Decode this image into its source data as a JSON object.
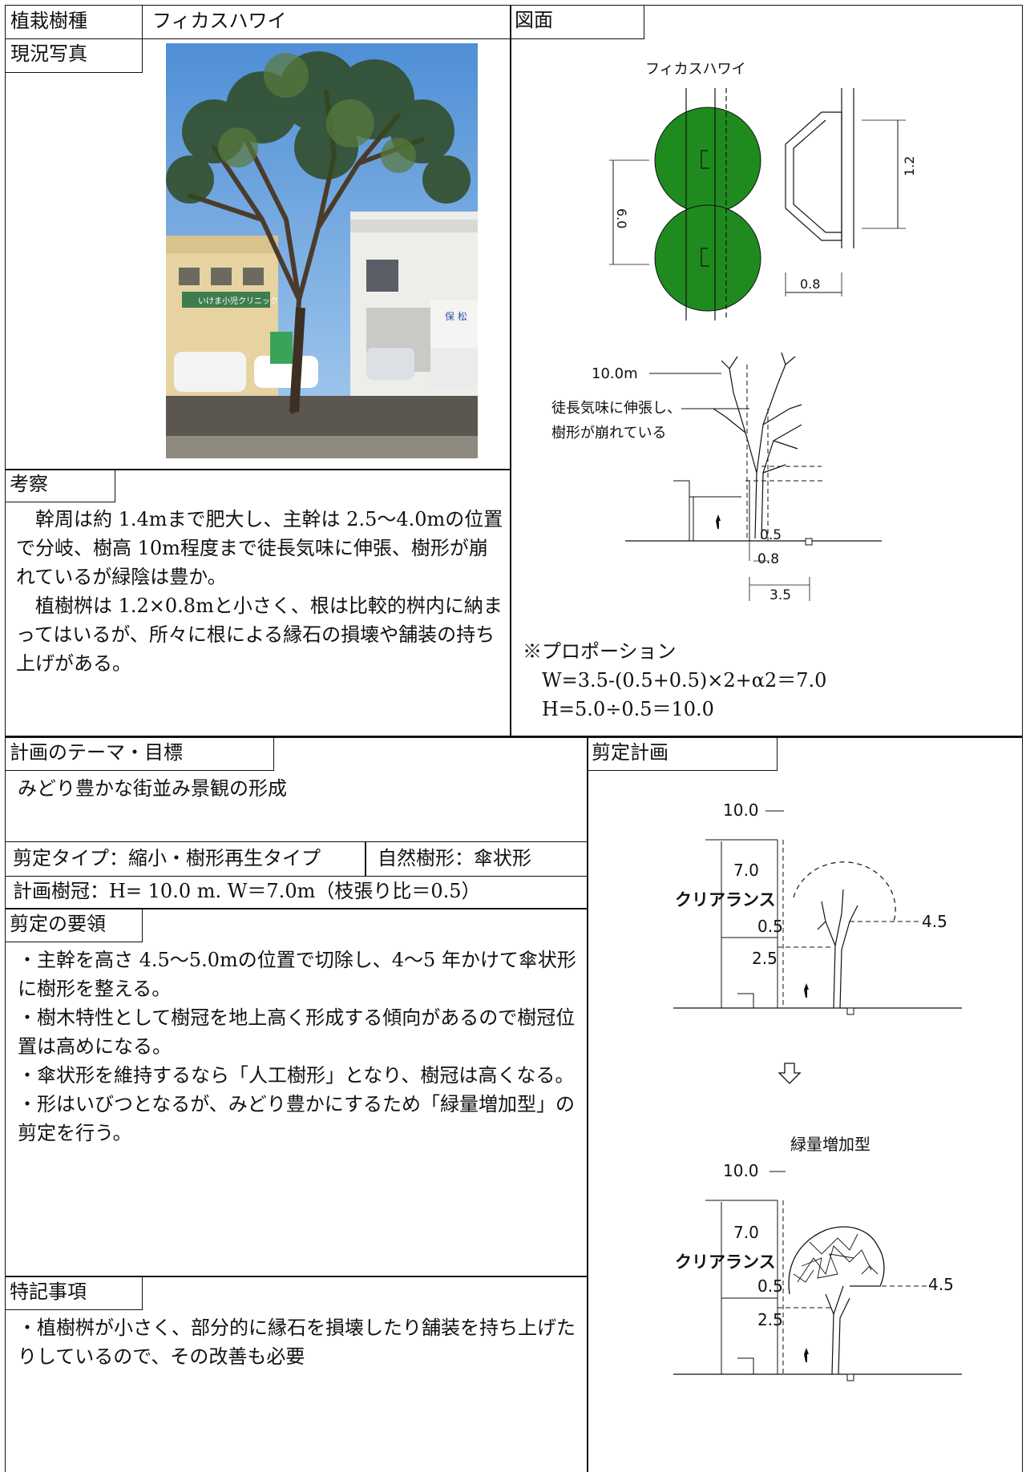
{
  "top": {
    "species_label": "植栽樹種",
    "species_value": "フィカスハワイ",
    "drawing_label": "図面",
    "photo_label": "現況写真",
    "photo": {
      "shop_sign": "いけま小児クリニック",
      "sign_right": "保 松"
    },
    "consider_label": "考察",
    "consider_paragraphs": [
      "幹周は約 1.4mまで肥大し、主幹は 2.5～4.0mの位置で分岐、樹高 10m程度まで徒長気味に伸張、樹形が崩れているが緑陰は豊か。",
      "植樹桝は 1.2×0.8mと小さく、根は比較的桝内に納まってはいるが、所々に根による縁石の損壊や舗装の持ち上げがある。"
    ]
  },
  "drawing": {
    "plan_title": "フィカスハワイ",
    "dim_6": "6.0",
    "dim_12": "1.2",
    "dim_08": "0.8",
    "h_10": "10.0m",
    "note_line1": "徒長気味に伸張し、",
    "note_line2": "樹形が崩れている",
    "dim_05": "0.5",
    "dim_08b": "0.8",
    "dim_35": "3.5",
    "proportion_title": "※プロポーション",
    "proportion_w": "W=3.5-(0.5+0.5)×2+α2＝7.0",
    "proportion_h": "H=5.0÷0.5＝10.0"
  },
  "plan": {
    "theme_label": "計画のテーマ・目標",
    "theme_value": "みどり豊かな街並み景観の形成",
    "type_label": "剪定タイプ：縮小・樹形再生タイプ",
    "natural_label": "自然樹形：傘状形",
    "crown": "計画樹冠：H= 10.0 m.   W＝7.0m（枝張り比＝0.5）",
    "method_label": "剪定の要領",
    "method_items": [
      "・主幹を高さ 4.5～5.0mの位置で切除し、4～5 年かけて傘状形に樹形を整える。",
      "・樹木特性として樹冠を地上高く形成する傾向があるので樹冠位置は高めになる。",
      "・傘状形を維持するなら「人工樹形」となり、樹冠は高くなる。",
      "・形はいびつとなるが、みどり豊かにするため「緑量増加型」の剪定を行う。"
    ],
    "notes_label": "特記事項",
    "notes_items": [
      "・植樹桝が小さく、部分的に縁石を損壊したり舗装を持ち上げたりしているので、その改善も必要"
    ]
  },
  "prune": {
    "label": "剪定計画",
    "d1_h10": "10.0",
    "d1_h7": "7.0",
    "d1_clear": "クリアランス",
    "d1_05": "0.5",
    "d1_45": "4.5",
    "d1_25": "2.5",
    "d2_title": "緑量増加型",
    "d2_h10": "10.0",
    "d2_h7": "7.0",
    "d2_clear": "クリアランス",
    "d2_05": "0.5",
    "d2_45": "4.5",
    "d2_25": "2.5"
  }
}
